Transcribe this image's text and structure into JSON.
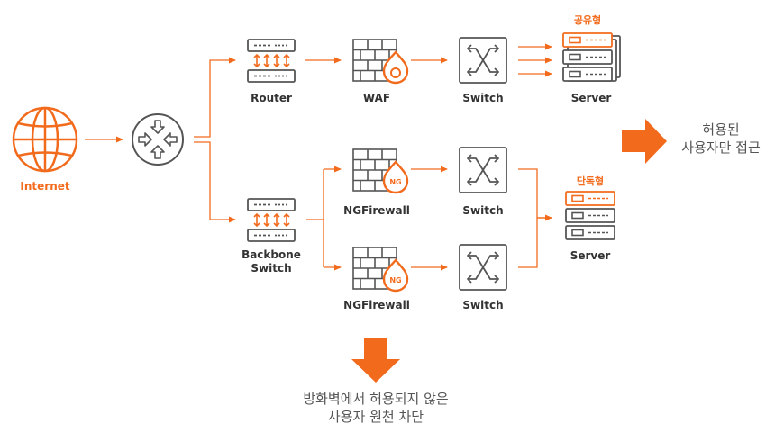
{
  "colors": {
    "accent": "#f26b1d",
    "gray": "#555555",
    "text": "#333333"
  },
  "nodes": {
    "internet": "Internet",
    "router": "Router",
    "waf": "WAF",
    "switch_top": "Switch",
    "server_top": "Server",
    "server_top_tag": "공유형",
    "backbone_line1": "Backbone",
    "backbone_line2": "Switch",
    "ngfw_mid": "NGFirewall",
    "ngfw_bottom": "NGFirewall",
    "switch_mid": "Switch",
    "switch_bottom": "Switch",
    "server_bottom": "Server",
    "server_bottom_tag": "단독형",
    "ng_badge": "NG"
  },
  "notes": {
    "allowed_line1": "허용된",
    "allowed_line2": "사용자만 접근",
    "blocked_line1": "방화벽에서 허용되지 않은",
    "blocked_line2": "사용자 원천 차단"
  },
  "icons": [
    "globe-icon",
    "router-hub-icon",
    "server-rack-icon",
    "firewall-icon",
    "flame-icon",
    "switch-icon",
    "arrow-right-icon",
    "arrow-down-icon"
  ]
}
